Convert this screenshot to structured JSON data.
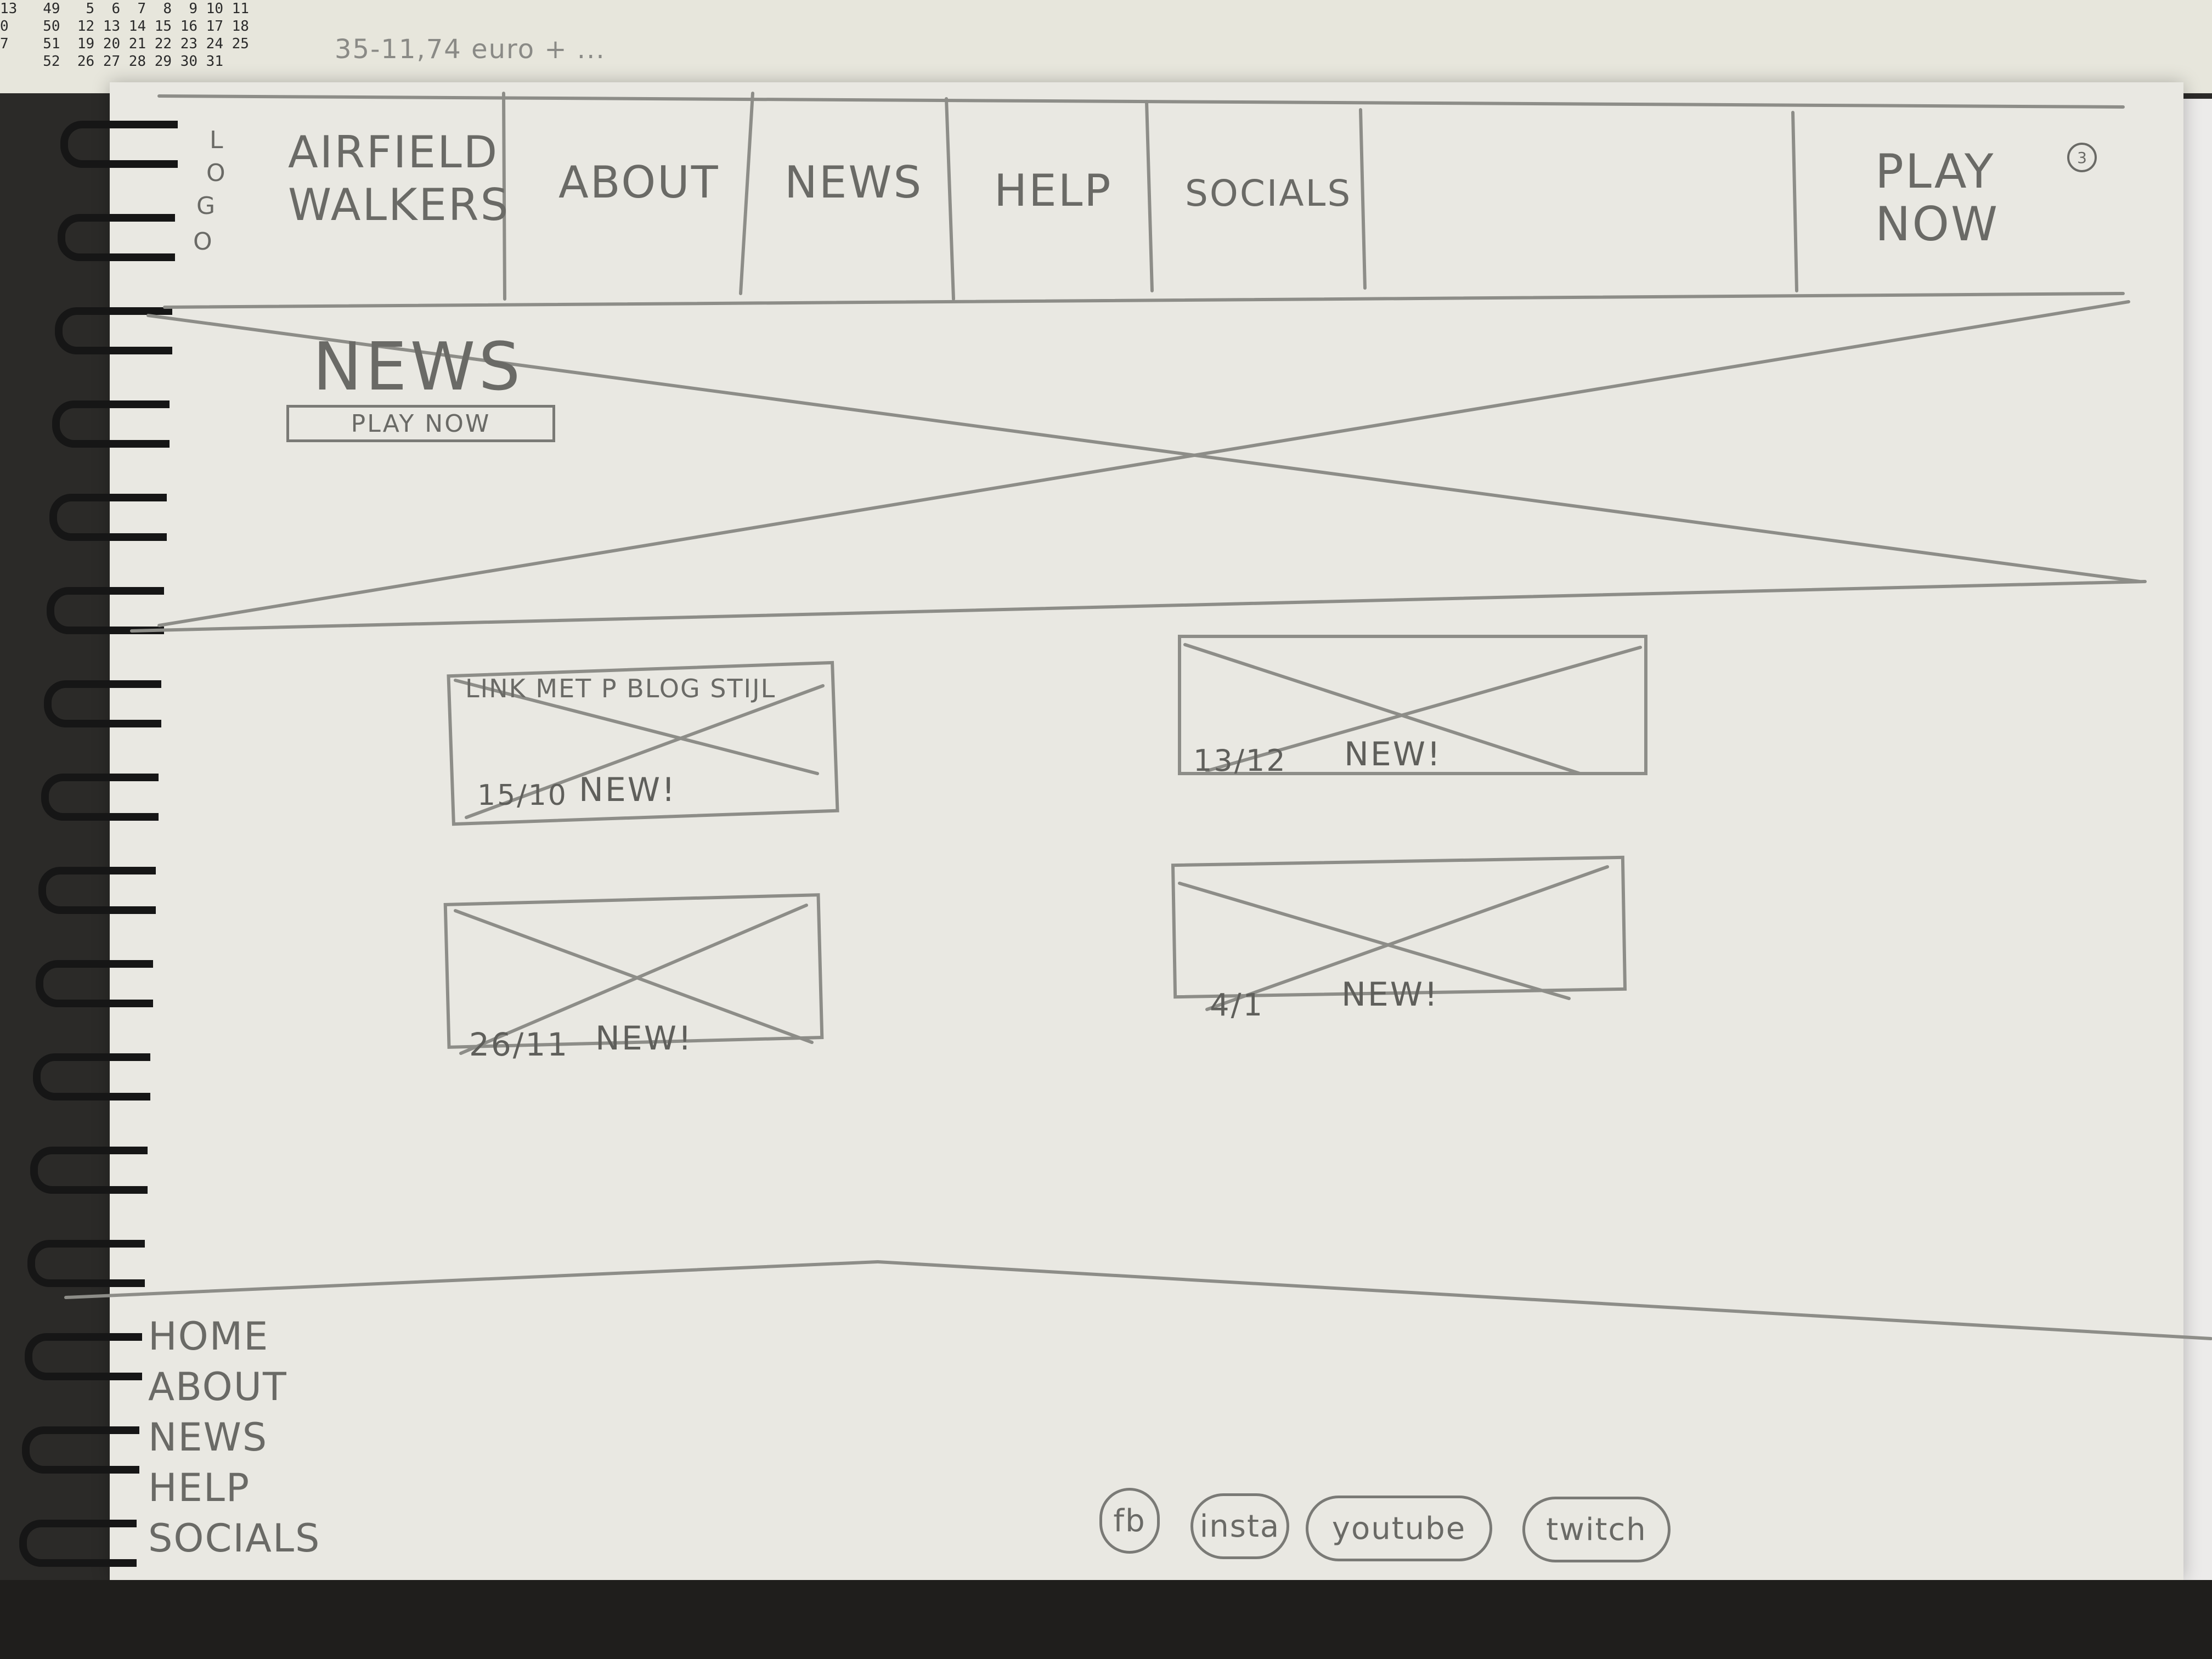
{
  "calendar": {
    "rows": [
      "13   49   5  6  7  8  9 10 11",
      "0    50  12 13 14 15 16 17 18",
      "7    51  19 20 21 22 23 24 25",
      "     52  26 27 28 29 30 31"
    ]
  },
  "desk_note": "35-11,74 euro + ...",
  "header": {
    "logo_letters": [
      "L",
      "O",
      "G",
      "O"
    ],
    "site_name_line1": "AIRFIELD",
    "site_name_line2": "WALKERS",
    "nav": {
      "about": "ABOUT",
      "news": "NEWS",
      "help": "HELP",
      "socials": "SOCIALS"
    },
    "play_now_line1": "PLAY",
    "play_now_line2": "NOW",
    "page_number": "3"
  },
  "hero": {
    "title": "NEWS",
    "button_label": "PLAY NOW"
  },
  "news_cards": [
    {
      "heading": "LINK MET P BLOG STIJL",
      "date": "15/10",
      "badge": "NEW!"
    },
    {
      "heading": "",
      "date": "13/12",
      "badge": "NEW!"
    },
    {
      "heading": "",
      "date": "26/11",
      "badge": "NEW!"
    },
    {
      "heading": "",
      "date": "4/1",
      "badge": "NEW!"
    }
  ],
  "footer": {
    "links": [
      "HOME",
      "ABOUT",
      "NEWS",
      "HELP",
      "SOCIALS"
    ],
    "socials": [
      "fb",
      "insta",
      "youtube",
      "twitch"
    ]
  }
}
